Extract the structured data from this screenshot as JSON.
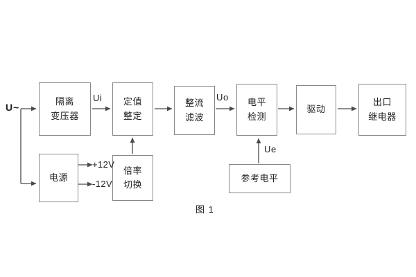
{
  "figure": {
    "caption": "图 1",
    "background_color": "#ffffff",
    "box_border_color": "#888888",
    "wire_color": "#4a4a4a",
    "text_color": "#1d1d1d"
  },
  "blocks": [
    {
      "id": "isolation-transformer",
      "lines": [
        "隔离",
        "变压器"
      ]
    },
    {
      "id": "setting-value",
      "lines": [
        "定值",
        "整定"
      ]
    },
    {
      "id": "rectify-filter",
      "lines": [
        "整流",
        "滤波"
      ]
    },
    {
      "id": "level-detect",
      "lines": [
        "电平",
        "检测"
      ]
    },
    {
      "id": "drive",
      "lines": [
        "驱动"
      ]
    },
    {
      "id": "output-relay",
      "lines": [
        "出口",
        "继电器"
      ]
    },
    {
      "id": "power-supply",
      "lines": [
        "电源"
      ]
    },
    {
      "id": "multiplier-switch",
      "lines": [
        "倍率",
        "切换"
      ]
    },
    {
      "id": "reference-level",
      "lines": [
        "参考电平"
      ]
    }
  ],
  "labels": {
    "input_supply": "U~",
    "signal_ui": "Ui",
    "signal_uo": "Uo",
    "signal_ue": "Ue",
    "rail_positive": "+12V",
    "rail_negative": "-12V"
  }
}
